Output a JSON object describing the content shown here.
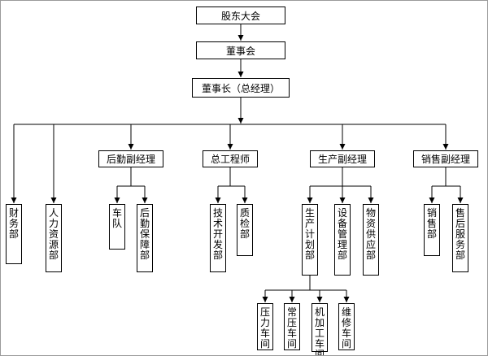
{
  "colors": {
    "box_border": "#000000",
    "box_fill": "#ffffff",
    "line": "#000000",
    "background": "#ffffff"
  },
  "nodes": {
    "shareholders": "股东大会",
    "board": "董事会",
    "chairman": "董事长（总经理）",
    "finance": "财务部",
    "hr": "人力资源部",
    "logistics_manager": "后勤副经理",
    "fleet": "车队",
    "logistics_support": "后勤保障部",
    "chief_engineer": "总工程师",
    "tech_dev": "技术开发部",
    "quality": "质检部",
    "production_manager": "生产副经理",
    "production_planning": "生产计划部",
    "equipment": "设备管理部",
    "materials": "物资供应部",
    "sales_manager": "销售副经理",
    "sales": "销售部",
    "after_sales": "售后服务部",
    "pressure_workshop": "压力车间",
    "normal_pressure_workshop": "常压车间",
    "machining_workshop": "机加工车间",
    "maintenance_workshop": "维修车间"
  },
  "edges": [
    [
      "shareholders",
      "board"
    ],
    [
      "board",
      "chairman"
    ],
    [
      "chairman",
      "finance"
    ],
    [
      "chairman",
      "hr"
    ],
    [
      "chairman",
      "logistics_manager"
    ],
    [
      "chairman",
      "chief_engineer"
    ],
    [
      "chairman",
      "production_manager"
    ],
    [
      "chairman",
      "sales_manager"
    ],
    [
      "logistics_manager",
      "fleet"
    ],
    [
      "logistics_manager",
      "logistics_support"
    ],
    [
      "chief_engineer",
      "tech_dev"
    ],
    [
      "chief_engineer",
      "quality"
    ],
    [
      "production_manager",
      "production_planning"
    ],
    [
      "production_manager",
      "equipment"
    ],
    [
      "production_manager",
      "materials"
    ],
    [
      "production_planning",
      "pressure_workshop"
    ],
    [
      "production_planning",
      "normal_pressure_workshop"
    ],
    [
      "production_planning",
      "machining_workshop"
    ],
    [
      "production_planning",
      "maintenance_workshop"
    ],
    [
      "sales_manager",
      "sales"
    ],
    [
      "sales_manager",
      "after_sales"
    ]
  ]
}
